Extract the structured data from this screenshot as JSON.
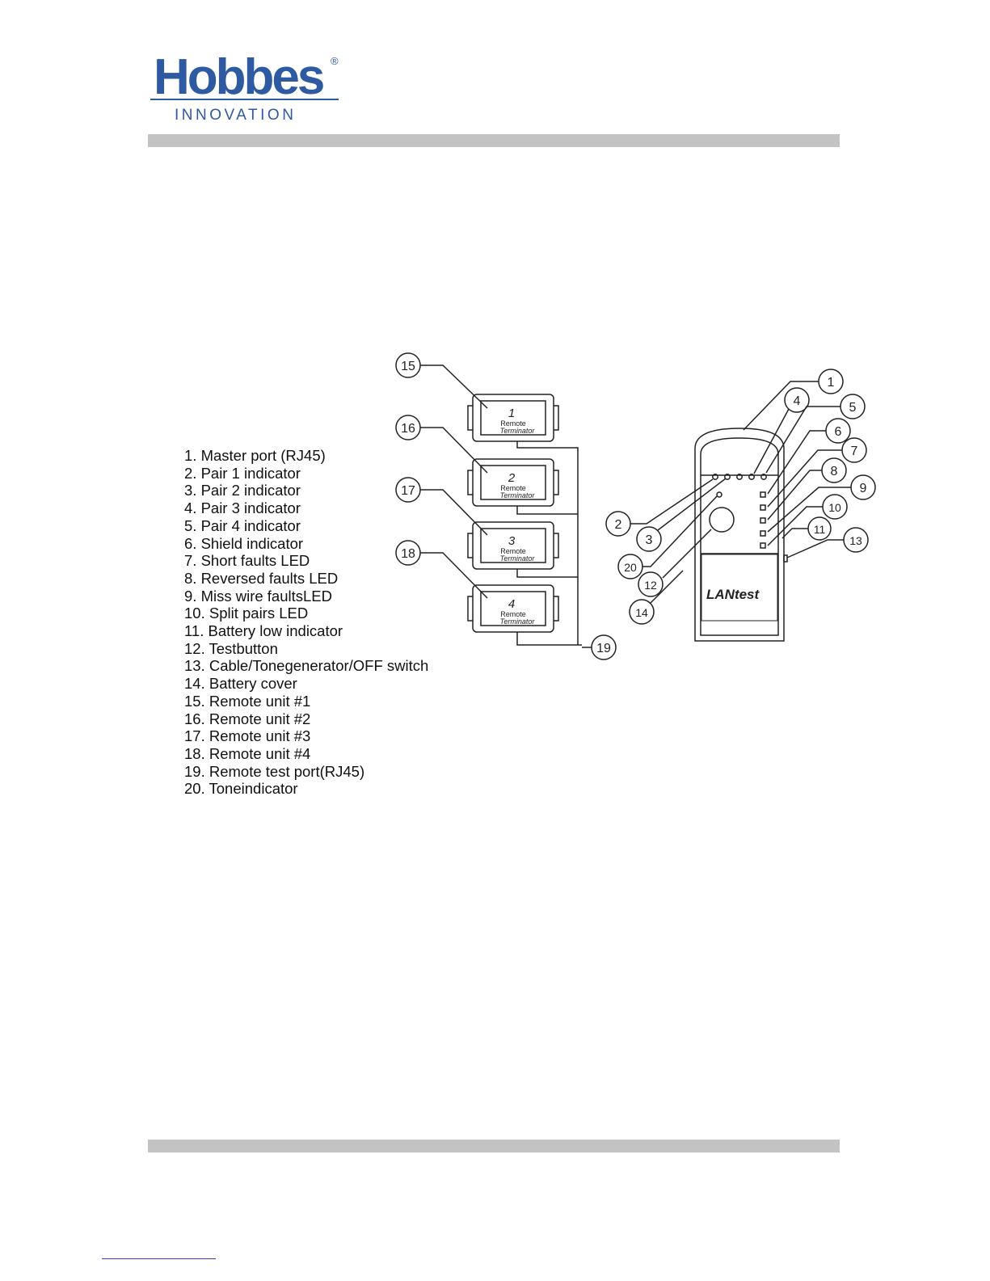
{
  "brand": {
    "name": "Hobbes",
    "tagline": "INNOVATION",
    "registered_mark": "®",
    "color": "#2d5aa0"
  },
  "legend": [
    "1. Master port (RJ45)",
    "2. Pair 1 indicator",
    "3. Pair 2 indicator",
    "4. Pair 3 indicator",
    "5. Pair 4 indicator",
    "6. Shield indicator",
    "7. Short faults LED",
    "8. Reversed faults LED",
    "9. Miss wire faultsLED",
    "10. Split pairs LED",
    "11. Battery low indicator",
    "12. Testbutton",
    "13. Cable/Tonegenerator/OFF switch",
    "14. Battery cover",
    "15. Remote unit #1",
    "16. Remote unit #2",
    "17. Remote unit #3",
    "18. Remote unit #4",
    "19. Remote test port(RJ45)",
    "20. Toneindicator"
  ],
  "remotes": [
    {
      "num": "1",
      "line1": "Remote",
      "line2": "Terminator",
      "callout": "15"
    },
    {
      "num": "2",
      "line1": "Remote",
      "line2": "Terminator",
      "callout": "16"
    },
    {
      "num": "3",
      "line1": "Remote",
      "line2": "Terminator",
      "callout": "17"
    },
    {
      "num": "4",
      "line1": "Remote",
      "line2": "Terminator",
      "callout": "18"
    }
  ],
  "remote_port_callout": "19",
  "master": {
    "product": "LANtest",
    "callouts": [
      "1",
      "4",
      "5",
      "6",
      "7",
      "8",
      "9",
      "10",
      "11",
      "13",
      "2",
      "3",
      "20",
      "12",
      "14"
    ]
  }
}
